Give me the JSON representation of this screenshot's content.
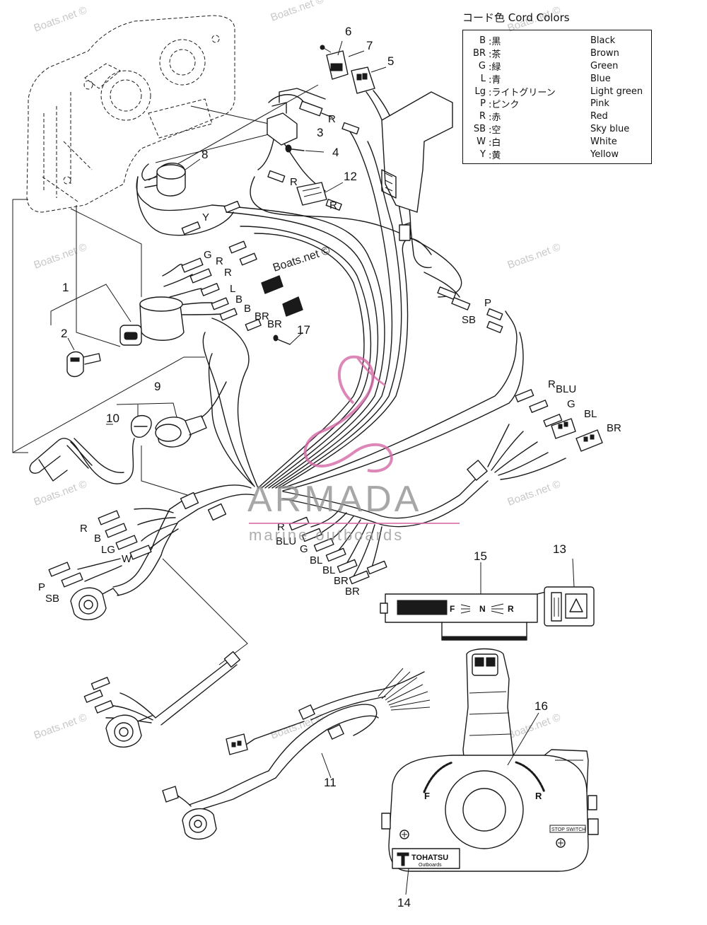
{
  "watermark_text": "Boats.net ©",
  "brand": {
    "name": "ARMADA",
    "tagline": "marine outboards",
    "accent_color": "#d46aa6"
  },
  "legend": {
    "title": "コード色 Cord Colors",
    "rows": [
      {
        "code": "B",
        "jp": ":黒",
        "en": "Black"
      },
      {
        "code": "BR",
        "jp": ":茶",
        "en": "Brown"
      },
      {
        "code": "G",
        "jp": ":緑",
        "en": "Green"
      },
      {
        "code": "L",
        "jp": ":青",
        "en": "Blue"
      },
      {
        "code": "Lg",
        "jp": ":ライトグリーン",
        "en": "Light green"
      },
      {
        "code": "P",
        "jp": ":ピンク",
        "en": "Pink"
      },
      {
        "code": "R",
        "jp": ":赤",
        "en": "Red"
      },
      {
        "code": "SB",
        "jp": ":空",
        "en": "Sky  blue"
      },
      {
        "code": "W",
        "jp": ":白",
        "en": "White"
      },
      {
        "code": "Y",
        "jp": ":黄",
        "en": "Yellow"
      }
    ]
  },
  "callouts": [
    "1",
    "2",
    "3",
    "4",
    "5",
    "6",
    "7",
    "8",
    "9",
    "10",
    "11",
    "12",
    "13",
    "14",
    "15",
    "16",
    "17"
  ],
  "wire_labels": {
    "relay_r": "R",
    "plug12_r1": "R",
    "plug12_r2": "R",
    "y": "Y",
    "g": "G",
    "r1": "R",
    "r2": "R",
    "l": "L",
    "b1": "B",
    "b2": "B",
    "br1": "BR",
    "br2": "BR",
    "p_top": "P",
    "sb_top": "SB",
    "right_r": "R",
    "right_blu": "BLU",
    "right_g": "G",
    "right_bl": "BL",
    "right_br": "BR",
    "left_r": "R",
    "left_b": "B",
    "left_lg": "LG",
    "left_w": "W",
    "left_p": "P",
    "left_sb": "SB",
    "mid_r": "R",
    "mid_blu": "BLU",
    "mid_g": "G",
    "mid_bl1": "BL",
    "mid_bl2": "BL",
    "mid_br1": "BR",
    "mid_br2": "BR"
  },
  "shift_plate": {
    "forward": "F",
    "neutral": "N",
    "reverse": "R"
  },
  "remote_box": {
    "forward": "F",
    "reverse": "R",
    "logo": "TOHATSU",
    "logo_sub": "Outboards",
    "stop_switch": "STOP SWITCH"
  }
}
